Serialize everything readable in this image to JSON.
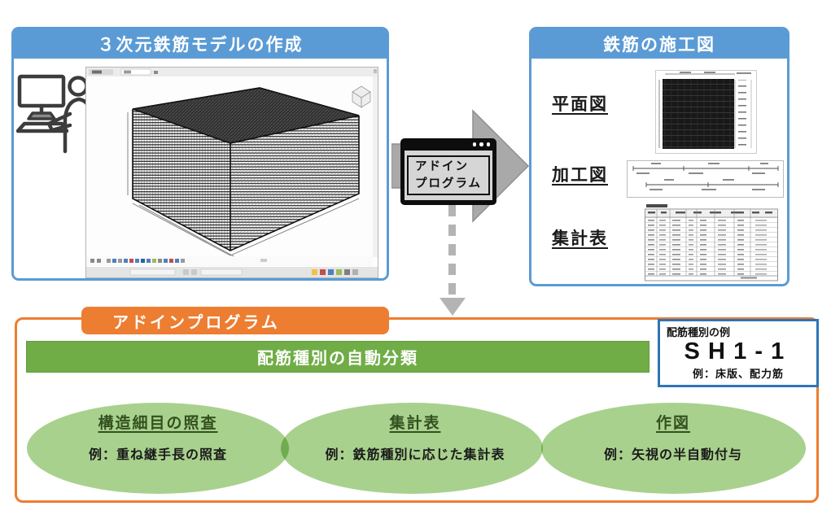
{
  "colors": {
    "blue": "#5b9bd5",
    "blue_dark": "#2e75b6",
    "orange": "#ed7d31",
    "green": "#70ad47",
    "green_light": "#a9d18e",
    "arrow_gray": "#a6a6a6"
  },
  "model_panel": {
    "title": "３次元鉄筋モデルの作成"
  },
  "drawings_panel": {
    "title": "鉄筋の施工図",
    "items": [
      {
        "label": "平面図"
      },
      {
        "label": "加工図"
      },
      {
        "label": "集計表"
      }
    ]
  },
  "arrow_box": {
    "line1": "アドイン",
    "line2": "プログラム"
  },
  "addin_panel": {
    "tab": "アドインプログラム",
    "banner": "配筋種別の自動分類",
    "example_box": {
      "heading": "配筋種別の例",
      "code": "SH1-1",
      "note": "例：床版、配力筋"
    },
    "features": [
      {
        "title": "構造細目の照査",
        "example": "例：重ね継手長の照査"
      },
      {
        "title": "集計表",
        "example": "例：鉄筋種別に応じた集計表"
      },
      {
        "title": "作図",
        "example": "例：矢視の半自動付与"
      }
    ]
  }
}
